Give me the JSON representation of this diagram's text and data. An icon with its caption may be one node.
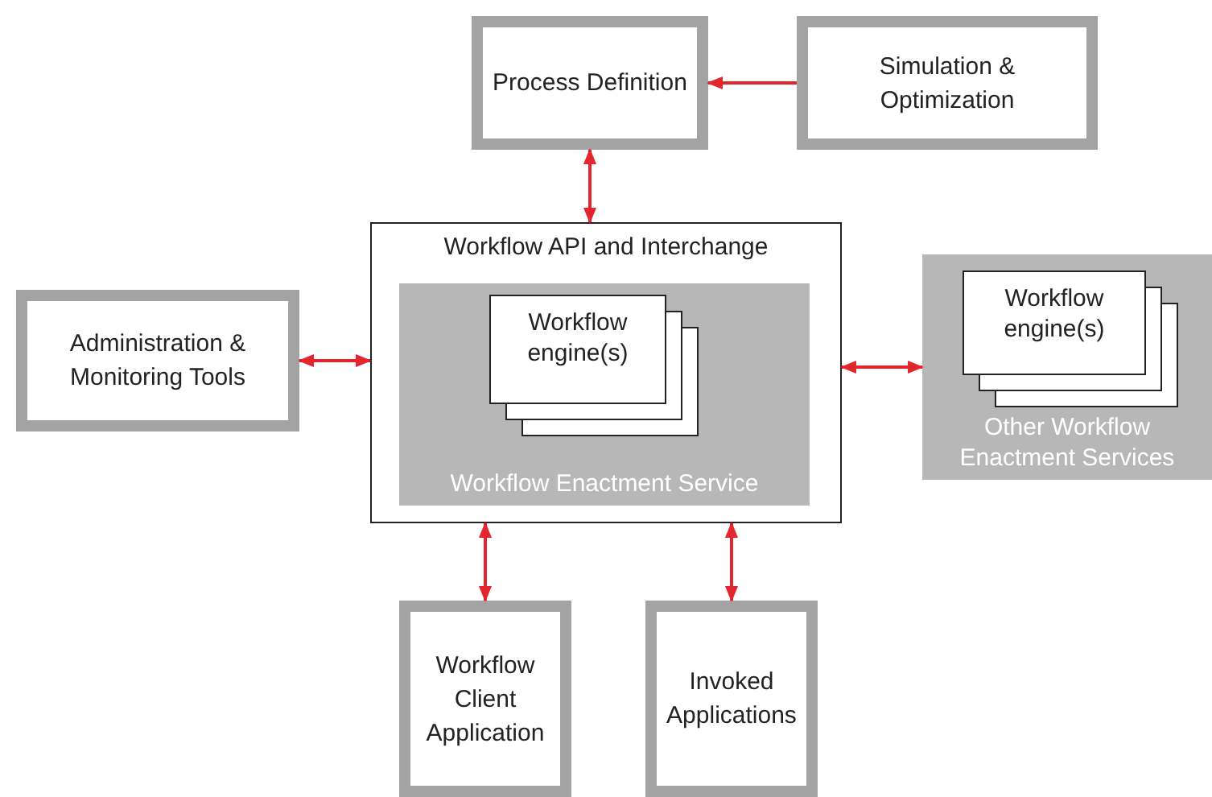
{
  "diagram": {
    "nodes": [
      {
        "text": [
          "Process Definition"
        ]
      },
      {
        "text": [
          "Simulation & Optimization"
        ]
      },
      {
        "text": [
          "Workflow API and Interchange"
        ]
      },
      {
        "text": [
          "Workflow Enactment Service"
        ],
        "in": 2
      },
      {
        "text": [
          "Workflow engine(s)"
        ],
        "in": 3
      },
      {
        "text": [
          "Administration & Monitoring Tools"
        ]
      },
      {
        "text": [
          "Other Workflow Enactment Services"
        ]
      },
      {
        "text": [
          "Workflow engine(s)"
        ],
        "in": 6
      },
      {
        "text": [
          "Workflow Client Application"
        ]
      },
      {
        "text": [
          "Invoked Applications"
        ]
      }
    ],
    "edges": [
      {
        "from": 1,
        "to": 0,
        "arrow": "to"
      },
      {
        "from": 0,
        "to": 2,
        "arrow": "both"
      },
      {
        "from": 5,
        "to": 2,
        "arrow": "both"
      },
      {
        "from": 2,
        "to": 6,
        "arrow": "both"
      },
      {
        "from": 2,
        "to": 8,
        "arrow": "both"
      },
      {
        "from": 2,
        "to": 9,
        "arrow": "both"
      }
    ]
  }
}
